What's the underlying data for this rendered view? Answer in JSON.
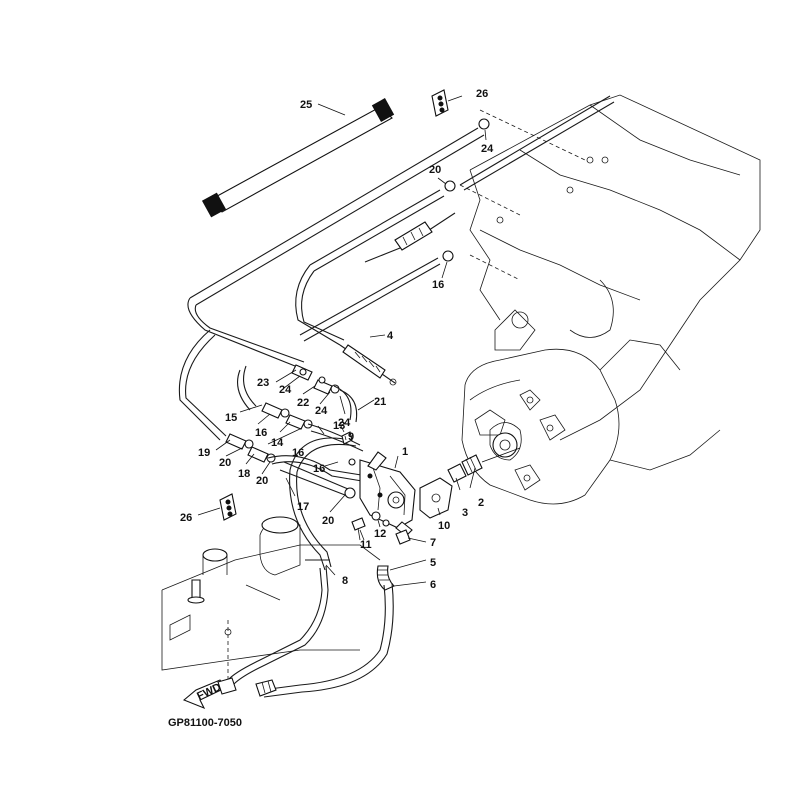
{
  "diagram": {
    "caption": "GP81100-7050",
    "fwd_label": "FWD",
    "labels": {
      "n1": "1",
      "n2": "2",
      "n3": "3",
      "n4": "4",
      "n5": "5",
      "n6": "6",
      "n7": "7",
      "n8": "8",
      "n9": "9",
      "n10": "10",
      "n11": "11",
      "n12": "12",
      "n13": "13",
      "n14": "14",
      "n15": "15",
      "n16a": "16",
      "n16b": "16",
      "n16c": "16",
      "n16d": "16",
      "n17": "17",
      "n18": "18",
      "n19": "19",
      "n20a": "20",
      "n20b": "20",
      "n20c": "20",
      "n20d": "20",
      "n21": "21",
      "n22": "22",
      "n23": "23",
      "n24a": "24",
      "n24b": "24",
      "n24c": "24",
      "n24d": "24",
      "n25": "25",
      "n26a": "26",
      "n26b": "26"
    }
  }
}
